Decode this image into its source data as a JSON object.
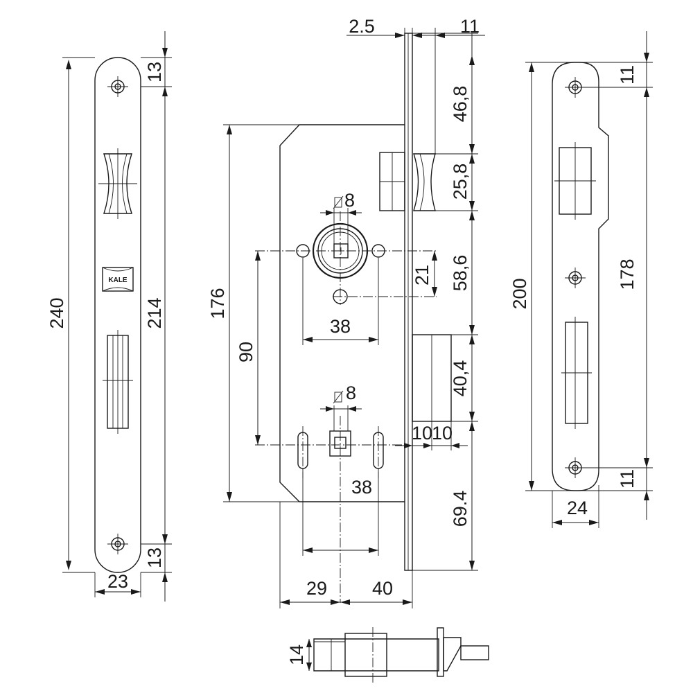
{
  "brand_label": "KALE",
  "faceplate": {
    "dim_length": "240",
    "dim_screw_spacing": "214",
    "dim_top_offset": "13",
    "dim_bottom_offset": "13",
    "dim_width": "23"
  },
  "lock_body": {
    "dim_plate_thickness": "2.5",
    "dim_latch_offset": "11",
    "dim_top_to_latch": "46,8",
    "dim_latch_height": "25,8",
    "dim_latch_to_bolt": "58,6",
    "dim_bolt_height": "40,4",
    "dim_bolt_to_bottom": "69.4",
    "dim_body_height": "176",
    "dim_spindle_to_key": "90",
    "dim_rosette_offset": "21",
    "dim_hole_spacing_top": "38",
    "dim_hole_spacing_bottom": "38",
    "dim_spindle_size": "8",
    "dim_cylinder_size": "8",
    "dim_bolt_width_a": "10",
    "dim_bolt_width_b": "10",
    "dim_backset_rear": "29",
    "dim_backset": "40"
  },
  "strike_plate": {
    "dim_height": "200",
    "dim_inner": "178",
    "dim_top_offset": "11",
    "dim_bottom_offset": "11",
    "dim_width": "24"
  },
  "section": {
    "dim_thickness": "14"
  }
}
